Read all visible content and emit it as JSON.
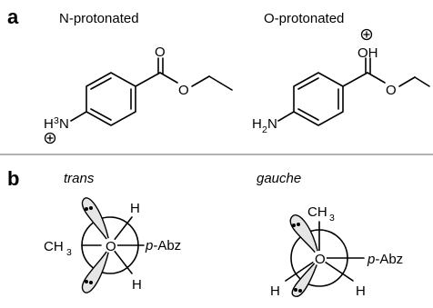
{
  "panel_a": {
    "letter": "a",
    "left_title": "N-protonated",
    "right_title": "O-protonated",
    "carbonyl_o": "O",
    "ester_o_left": "O",
    "ester_o_right": "O",
    "hydroxyl": "OH",
    "amine_h": "H",
    "amine_sub": "3",
    "amine_n": "N",
    "amine2_h": "H",
    "amine2_sub": "2",
    "amine2_n": "N",
    "charge": "+"
  },
  "panel_b": {
    "letter": "b",
    "left_title": "trans",
    "right_title": "gauche",
    "methyl_c": "CH",
    "methyl_sub": "3",
    "substituent_prefix": "p",
    "substituent_rest": "-Abz",
    "hydrogen": "H",
    "center_atom": "O"
  },
  "colors": {
    "divider": "#9a9a9a",
    "lobe_fill": "#e6e6e6",
    "ink": "#000000"
  }
}
